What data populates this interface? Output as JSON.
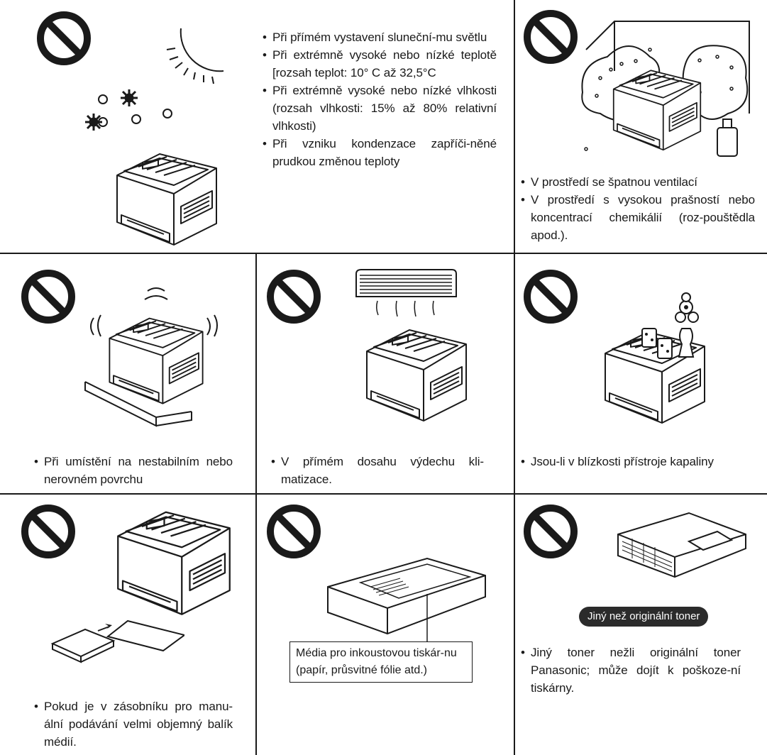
{
  "icons": {
    "prohibited": "prohibited-icon",
    "printer": "printer-icon",
    "sun": "sun-icon",
    "air_conditioner": "air-conditioner-icon",
    "vase": "vase-icon",
    "paper_tray": "paper-tray-icon",
    "toner": "toner-cartridge-icon"
  },
  "colors": {
    "ink": "#1a1a1a",
    "pill_bg": "#2b2b2b",
    "pill_text": "#ffffff"
  },
  "cells": {
    "sun": {
      "items": [
        "Při přímém vystavení sluneční-mu světlu",
        "Při extrémně vysoké nebo nízké teplotě [rozsah teplot: 10° C až 32,5°C",
        "Při extrémně vysoké nebo nízké vlhkosti (rozsah vlhkosti: 15% až 80% relativní vlhkosti)",
        "Při vzniku kondenzace zapříči-něné prudkou změnou teploty"
      ]
    },
    "ventilation": {
      "items": [
        "V prostředí se špatnou ventilací",
        "V prostředí s vysokou prašností nebo koncentrací chemikálií (roz-pouštědla apod.)."
      ]
    },
    "unstable": {
      "items": [
        "Při umístění na nestabilním nebo nerovném povrchu"
      ]
    },
    "aircon": {
      "items": [
        "V přímém dosahu výdechu kli-matizace."
      ]
    },
    "liquids": {
      "items": [
        "Jsou-li v blízkosti přístroje kapaliny"
      ]
    },
    "manual_tray": {
      "items": [
        "Pokud je v zásobníku pro manu-ální podávání velmi objemný balík médií."
      ]
    },
    "inkjet": {
      "caption": "Média pro inkoustovou tiskár-nu (papír, průsvitné fólie atd.)"
    },
    "toner": {
      "label": "Jiný než originální toner",
      "items": [
        "Jiný toner nežli originální toner Panasonic; může dojít k poškoze-ní tiskárny."
      ]
    }
  }
}
